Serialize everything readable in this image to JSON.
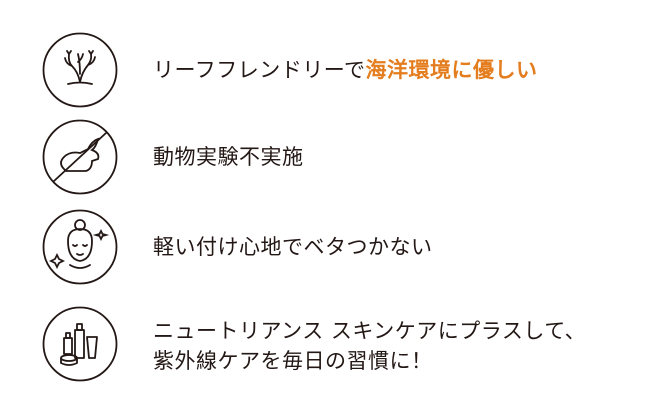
{
  "accent_color": "#e47d1e",
  "features": [
    {
      "icon": "coral-icon",
      "text": "リーフフレンドリーで",
      "highlight": "海洋環境に優しい"
    },
    {
      "icon": "no-animal-testing-icon",
      "text": "動物実験不実施"
    },
    {
      "icon": "face-sparkle-icon",
      "text": "軽い付け心地でベタつかない"
    },
    {
      "icon": "skincare-products-icon",
      "line1": "ニュートリアンス スキンケアにプラスして、",
      "line2": "紫外線ケアを毎日の習慣に！"
    }
  ]
}
